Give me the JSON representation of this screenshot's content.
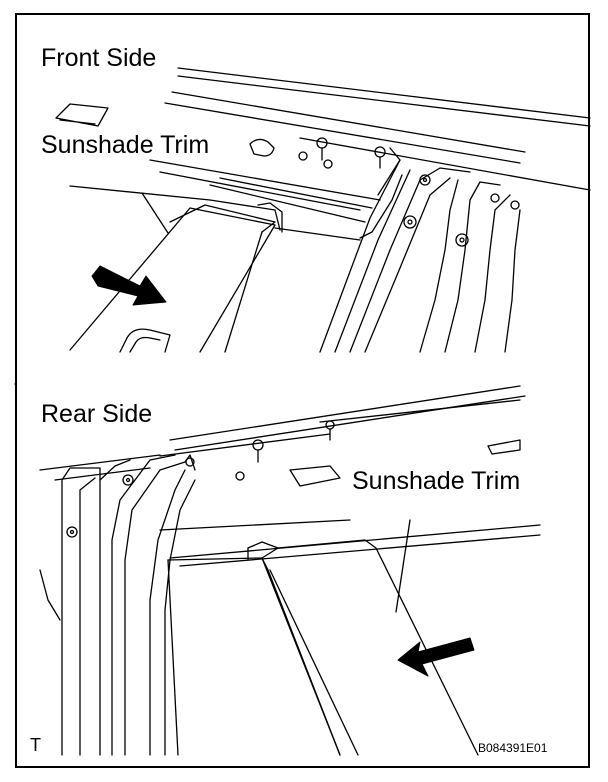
{
  "labels": {
    "front_side": "Front Side",
    "front_trim": "Sunshade Trim",
    "rear_side": "Rear Side",
    "rear_trim": "Sunshade Trim",
    "corner_mark": "T",
    "figure_code": "B084391E01"
  },
  "icons": {
    "front_arrow": "removal-direction-arrow",
    "rear_arrow": "removal-direction-arrow"
  }
}
